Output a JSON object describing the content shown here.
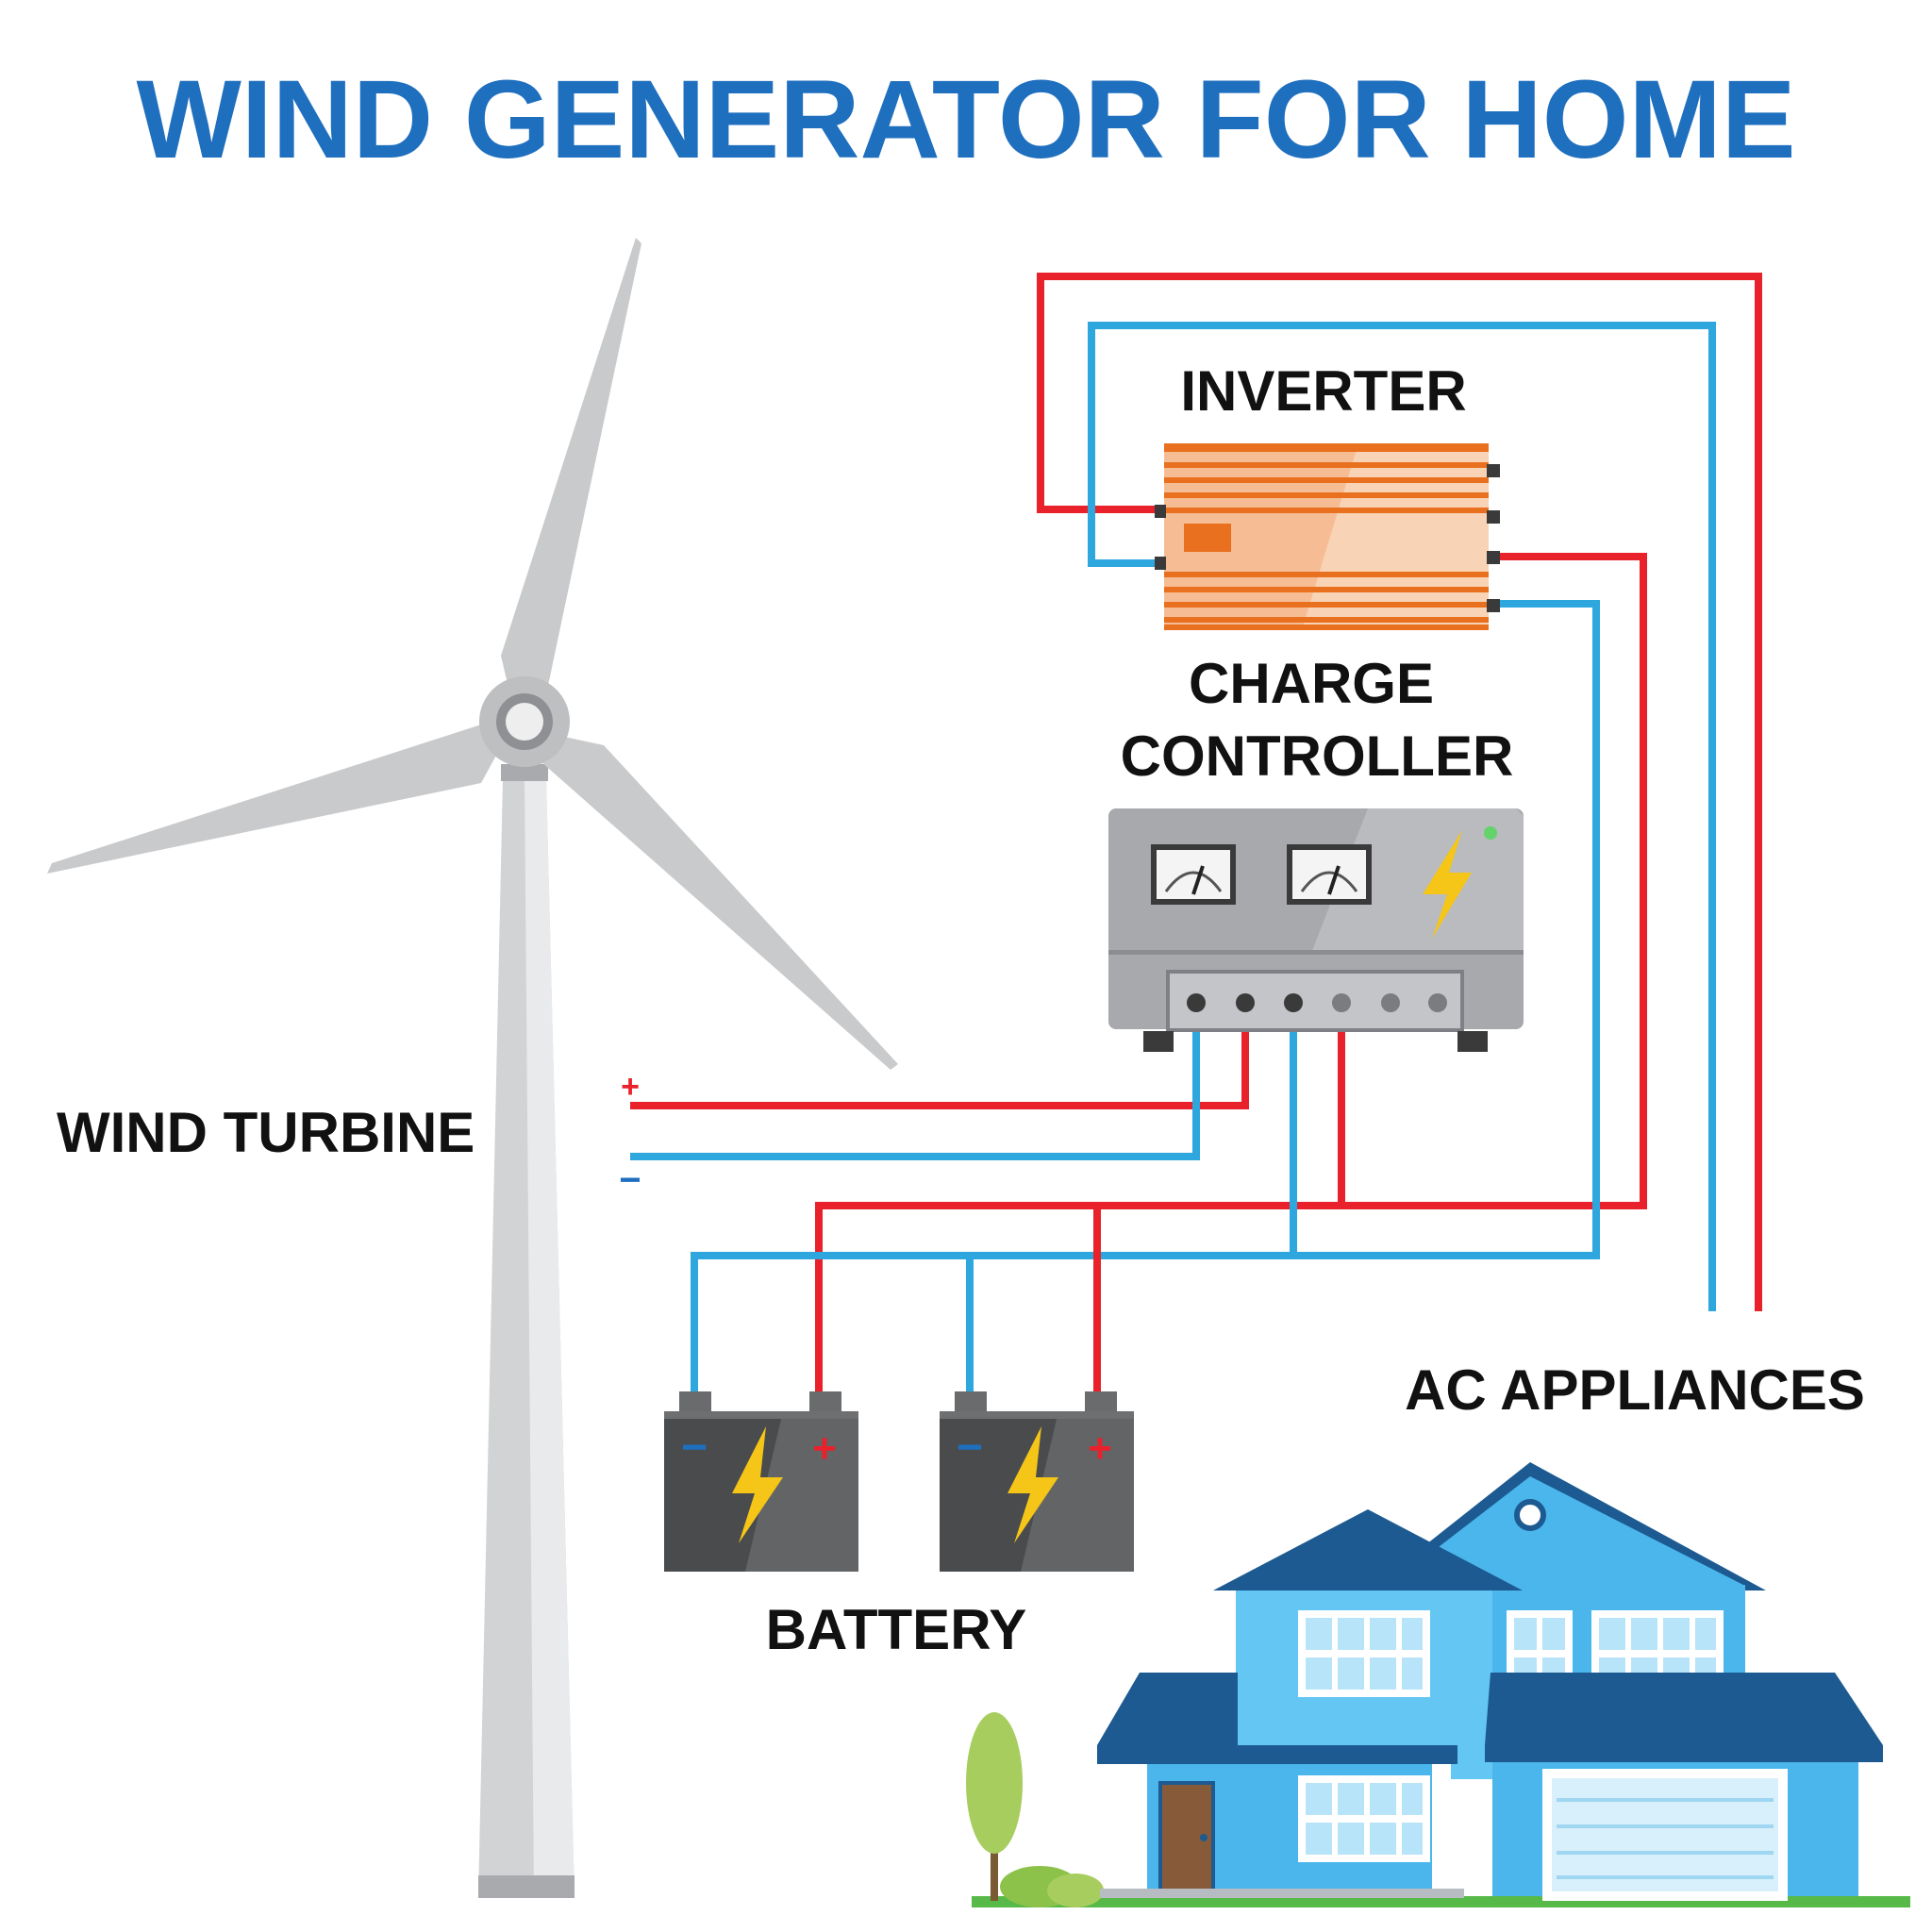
{
  "title": "WIND GENERATOR FOR HOME",
  "labels": {
    "inverter": "INVERTER",
    "charge_controller_line1": "CHARGE",
    "charge_controller_line2": "CONTROLLER",
    "wind_turbine": "WIND TURBINE",
    "battery": "BATTERY",
    "ac_appliances": "AC APPLIANCES"
  },
  "polarity": {
    "plus": "+",
    "minus": "−"
  },
  "colors": {
    "title": "#1f6fbf",
    "positive_wire": "#e8212b",
    "negative_wire": "#2ea6de",
    "inverter": "#f6bd95",
    "inverter_stripe": "#e8701e",
    "controller": "#a7a9ad",
    "battery": "#4a4b4d",
    "bolt": "#f5c518",
    "house": "#4ab6ec",
    "roof": "#1c5a91",
    "ground": "#57b947"
  }
}
